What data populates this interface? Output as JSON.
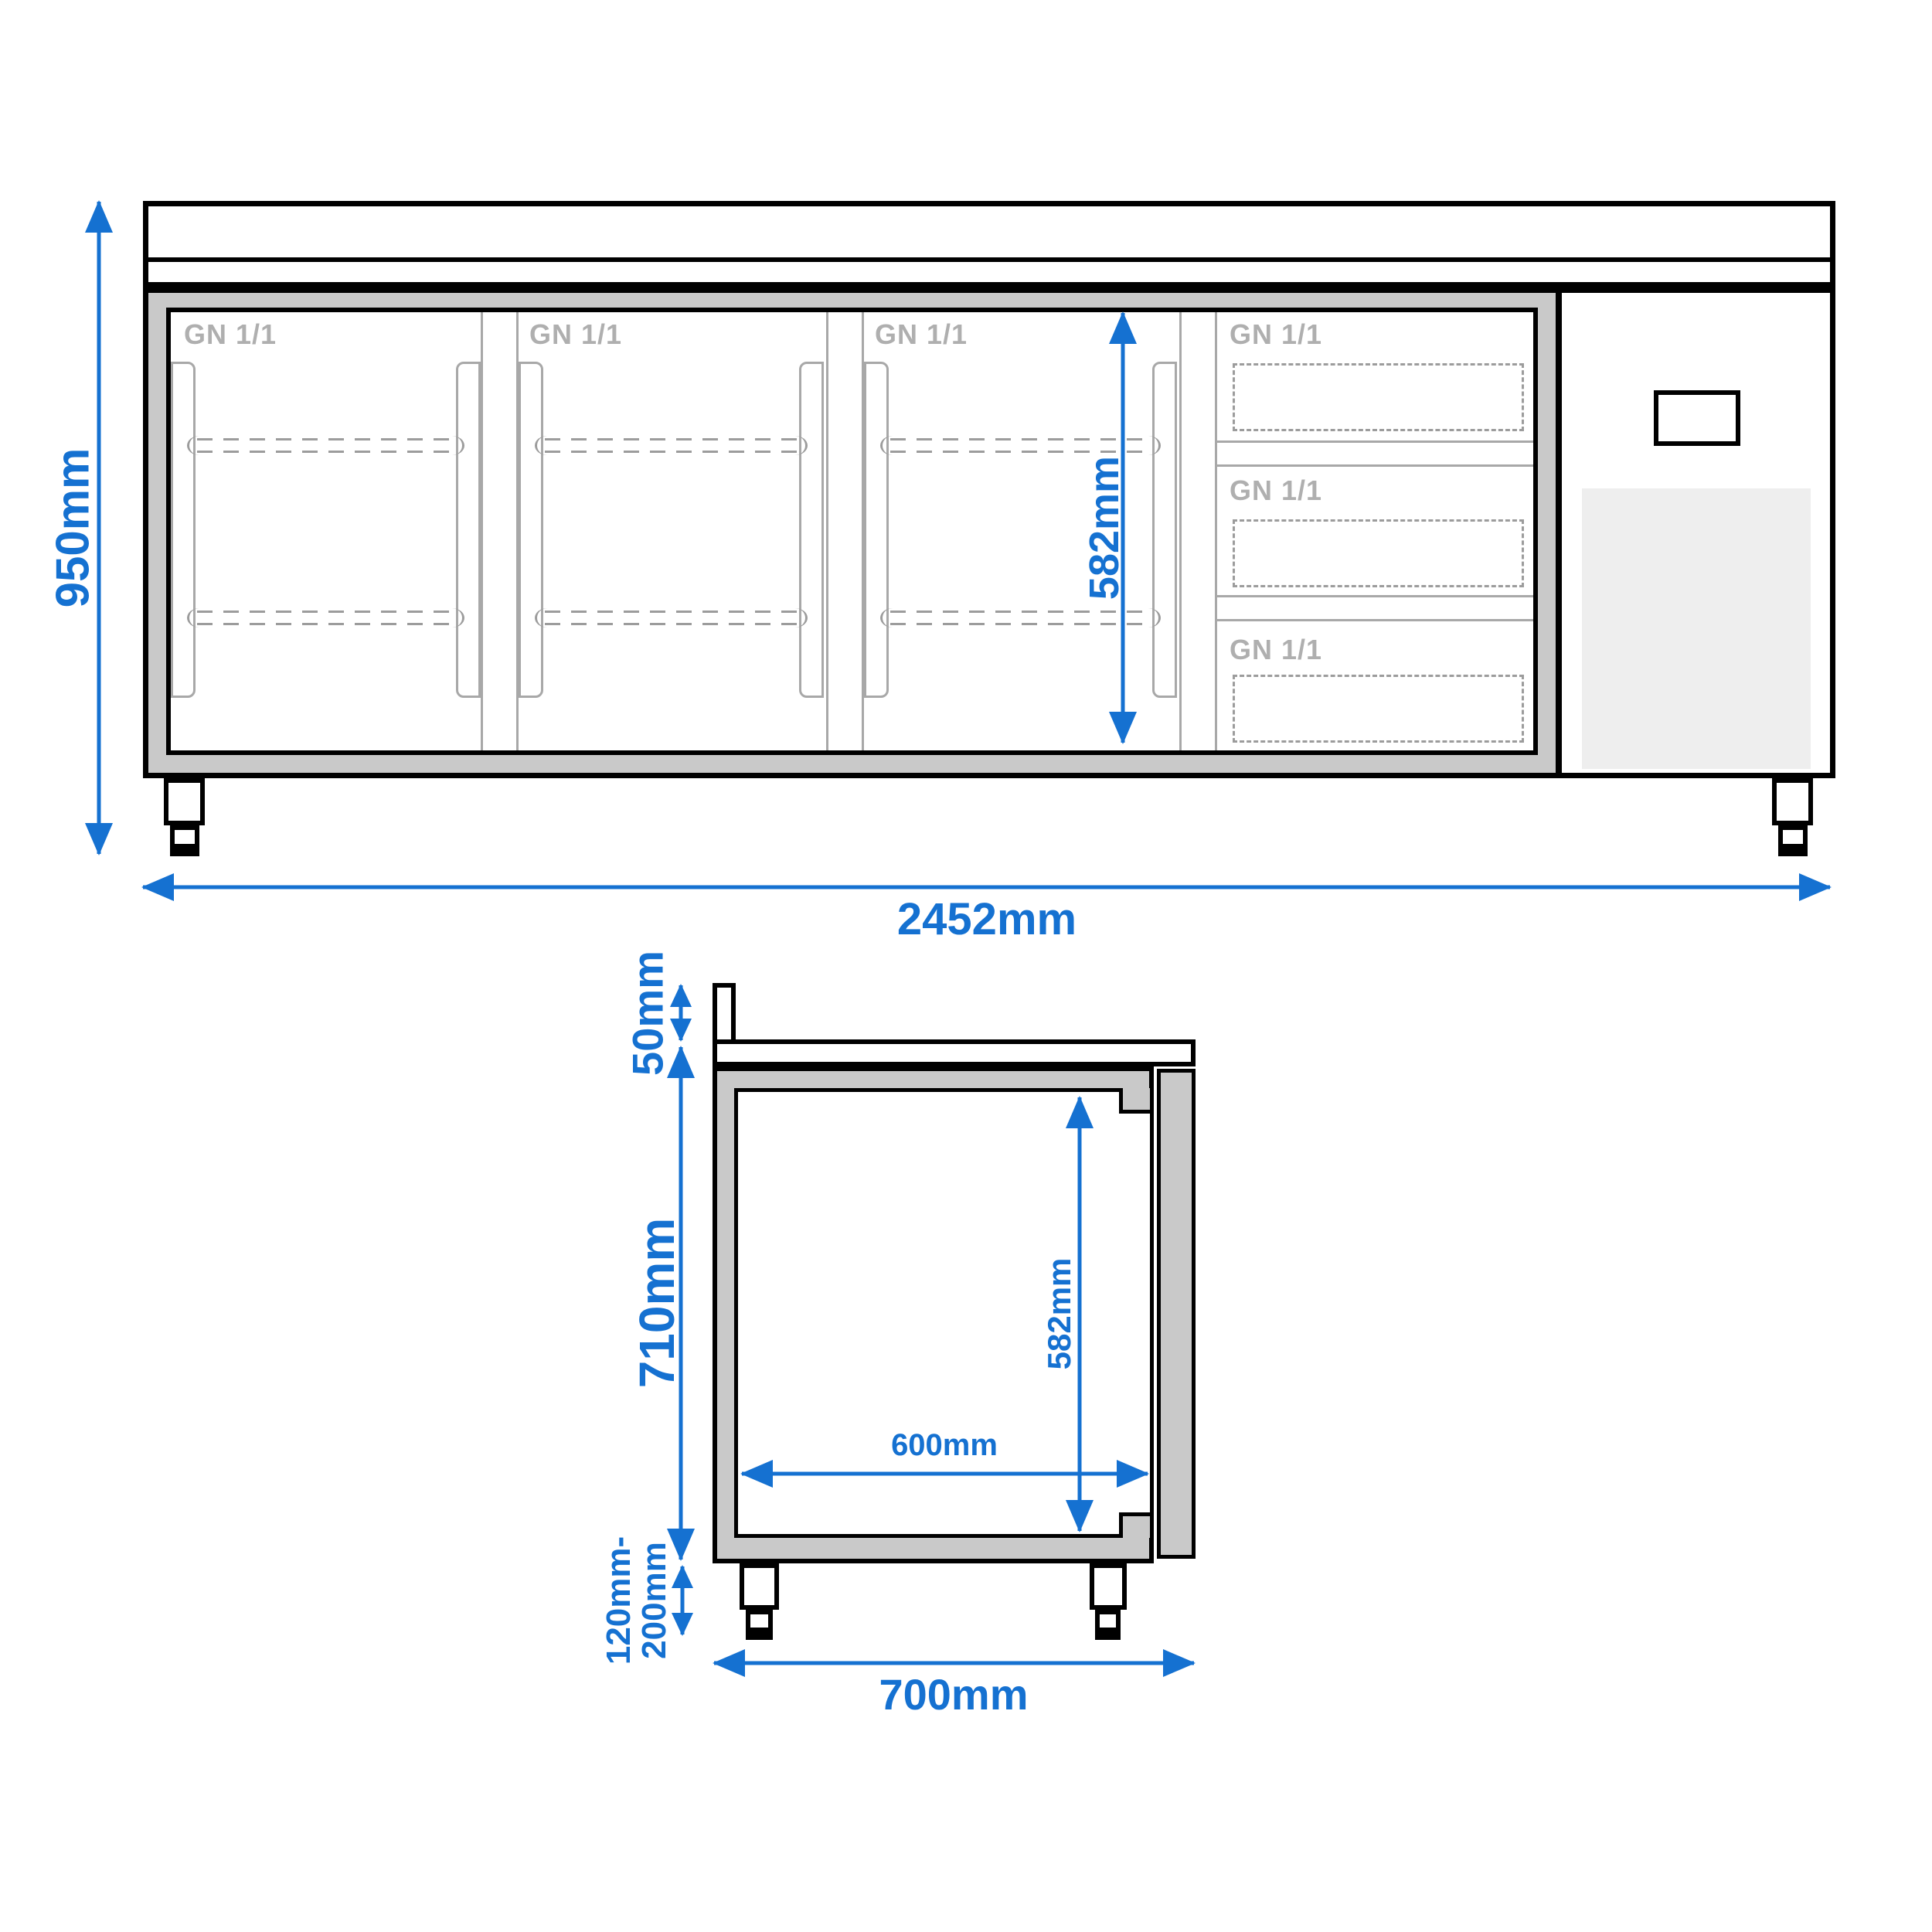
{
  "colors": {
    "accent": "#1571D1",
    "frame_gray": "#C9C9C9",
    "line_gray": "#A8A8A8",
    "label_gray": "#AFAFAF",
    "dash_gray": "#9C9C9C",
    "vent_gray": "#EEEEEE",
    "outline": "#000000"
  },
  "front_view": {
    "dimensions": {
      "height": "950mm",
      "width": "2452mm",
      "door_interior_height": "582mm"
    },
    "doors": [
      {
        "label": "GN 1/1"
      },
      {
        "label": "GN 1/1"
      },
      {
        "label": "GN 1/1"
      }
    ],
    "drawers": [
      {
        "label": "GN 1/1"
      },
      {
        "label": "GN 1/1"
      },
      {
        "label": "GN 1/1"
      }
    ]
  },
  "side_view": {
    "dimensions": {
      "backsplash_height": "50mm",
      "body_height": "710mm",
      "leg_height_line1": "120mm-",
      "leg_height_line2": "200mm",
      "interior_width": "600mm",
      "interior_height": "582mm",
      "depth": "700mm"
    }
  }
}
